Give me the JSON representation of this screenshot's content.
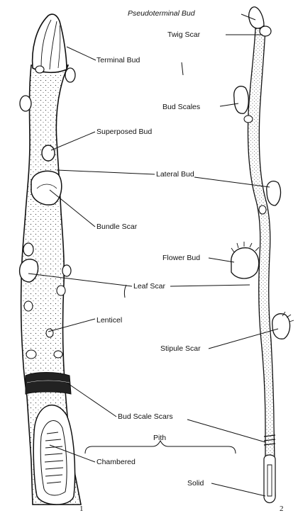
{
  "figure": {
    "labels": {
      "pseudoterminal_bud": "Pseudoterminal Bud",
      "twig_scar": "Twig Scar",
      "terminal_bud": "Terminal Bud",
      "bud_scales": "Bud Scales",
      "superposed_bud": "Superposed Bud",
      "lateral_bud": "Lateral Bud",
      "bundle_scar": "Bundle Scar",
      "flower_bud": "Flower Bud",
      "leaf_scar": "Leaf Scar",
      "lenticel": "Lenticel",
      "stipule_scar": "Stipule Scar",
      "bud_scale_scars": "Bud Scale Scars",
      "pith": "Pith",
      "chambered": "Chambered",
      "solid": "Solid"
    },
    "numbers": {
      "twig1": "1",
      "twig2": "2"
    },
    "colors": {
      "ink": "#111111",
      "paper": "#ffffff",
      "stipple": "#333333"
    }
  }
}
